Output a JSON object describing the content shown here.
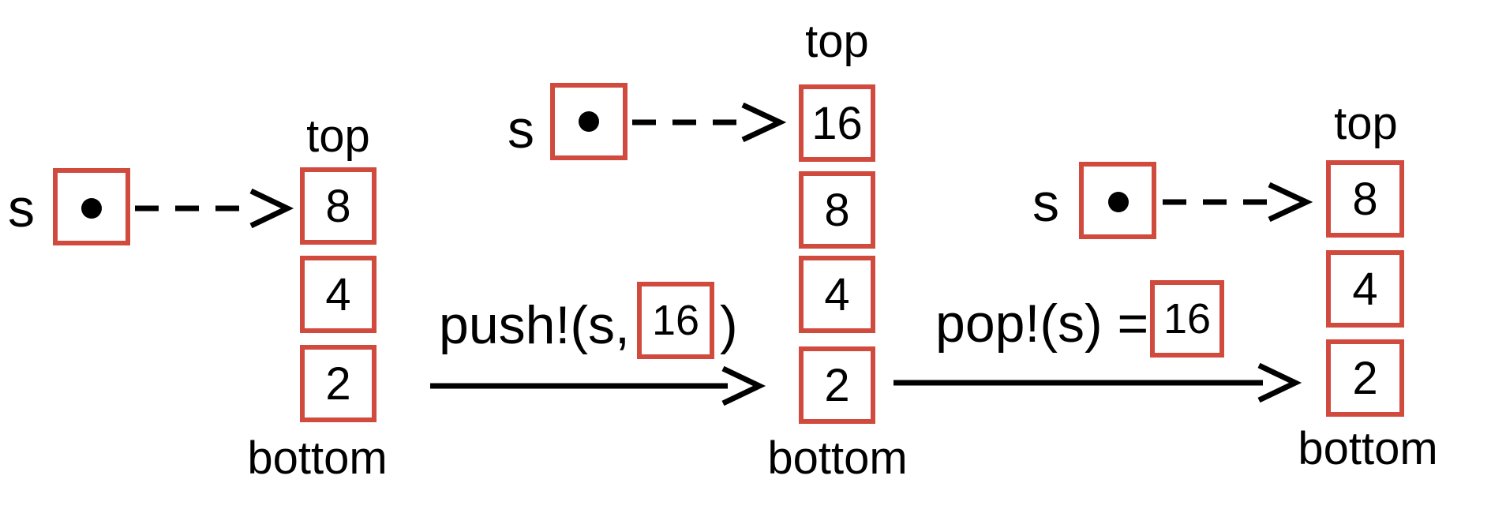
{
  "colors": {
    "box_border_red": "#d04a3e",
    "ink_black": "#000000",
    "background": "#ffffff"
  },
  "panels": [
    {
      "pointer_label": "s",
      "top_label": "top",
      "bottom_label": "bottom",
      "cells": [
        "8",
        "4",
        "2"
      ]
    },
    {
      "pointer_label": "s",
      "top_label": "top",
      "bottom_label": "bottom",
      "cells": [
        "16",
        "8",
        "4",
        "2"
      ]
    },
    {
      "pointer_label": "s",
      "top_label": "top",
      "bottom_label": "bottom",
      "cells": [
        "8",
        "4",
        "2"
      ]
    }
  ],
  "operations": [
    {
      "text_before": "push!(s,",
      "boxed_value": "16",
      "text_after": ")"
    },
    {
      "text_before": "pop!(s) =",
      "boxed_value": "16",
      "text_after": ""
    }
  ]
}
